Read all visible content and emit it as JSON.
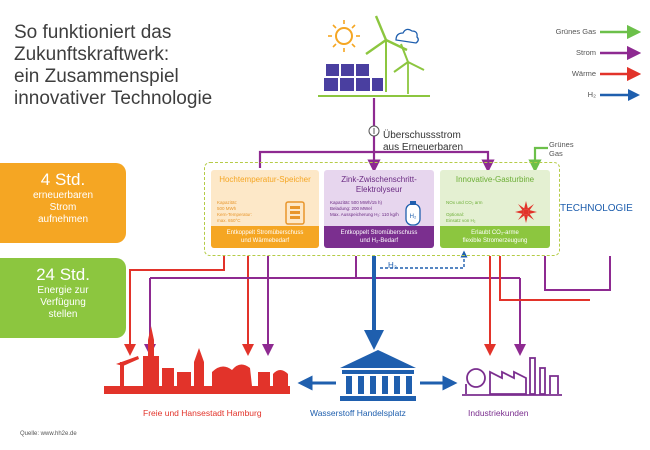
{
  "title": {
    "lines": [
      "So funktioniert das",
      "Zukunftskraftwerk:",
      "ein Zusammenspiel",
      "innovativer Technologie"
    ]
  },
  "legend": {
    "green_gas": "Grünes Gas",
    "power": "Strom",
    "heat": "Wärme",
    "hydrogen": "H₂"
  },
  "colors": {
    "green_gas": "#6cc04a",
    "power": "#8e2a91",
    "heat": "#e2332a",
    "hydrogen": "#1f5fae",
    "orange": "#f5a623",
    "lime": "#8cc63f"
  },
  "badges": {
    "orange": {
      "big": "4 Std.",
      "small": [
        "erneuerbaren",
        "Strom",
        "aufnehmen"
      ]
    },
    "green": {
      "big": "24 Std.",
      "small": [
        "Energie zur",
        "Verfügung",
        "stellen"
      ]
    }
  },
  "surplus": {
    "lines": [
      "Überschussstrom",
      "aus Erneuerbaren"
    ]
  },
  "green_gas_side": {
    "lines": [
      "Grünes",
      "Gas"
    ]
  },
  "technology_label": "TECHNOLOGIE",
  "cards": {
    "heat_storage": {
      "title": "Hochtemperatur-Speicher",
      "details": [
        "Kapazität:",
        "500 MWh",
        "Kern-Temperatur:",
        "max. 650°C"
      ],
      "footer": [
        "Entkoppelt Stromüberschuss",
        "und Wärmebedarf"
      ],
      "icon": "heat-storage-icon"
    },
    "electrolyser": {
      "title": [
        "Zink-Zwischenschritt-",
        "Elektrolyseur"
      ],
      "details": [
        "Kapazität: 500 MWh/15 h)",
        "Beladung: 200 MWel",
        "Max. Ausspeicherung H₂: 110 kg/h"
      ],
      "footer": [
        "Entkoppelt Stromüberschuss",
        "und H₂-Bedarf"
      ],
      "icon": "hydrogen-tank-icon",
      "icon_label": "H₂"
    },
    "gas_turbine": {
      "title": "Innovative-Gasturbine",
      "details": [
        "NOx und CO₂ arm",
        "",
        "Optional:",
        "Einsatz von H₂"
      ],
      "footer": [
        "Erlaubt CO₂-arme",
        "flexible Stromerzeugung"
      ],
      "icon": "turbine-icon"
    }
  },
  "h2_label": "H₂",
  "destinations": {
    "hamburg": "Freie und Hansestadt Hamburg",
    "hub": "Wasserstoff Handelsplatz",
    "industry": "Industriekunden"
  },
  "source": "Quelle: www.hh2e.de"
}
